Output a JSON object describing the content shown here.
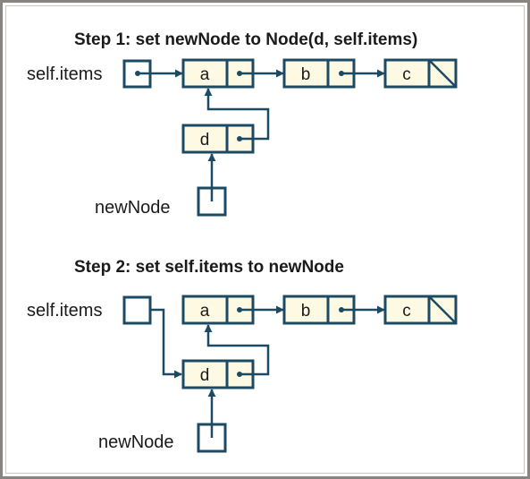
{
  "colors": {
    "border": "#8a8480",
    "line": "#1d4a63",
    "node_fill": "#fdf9e3",
    "text": "#1a1a1a"
  },
  "step1": {
    "title": "Step 1: set newNode to Node(d, self.items)",
    "head_label": "self.items",
    "new_label": "newNode",
    "nodes": [
      "a",
      "b",
      "c"
    ],
    "new_node": "d"
  },
  "step2": {
    "title": "Step 2: set self.items to newNode",
    "head_label": "self.items",
    "new_label": "newNode",
    "nodes": [
      "a",
      "b",
      "c"
    ],
    "new_node": "d"
  }
}
